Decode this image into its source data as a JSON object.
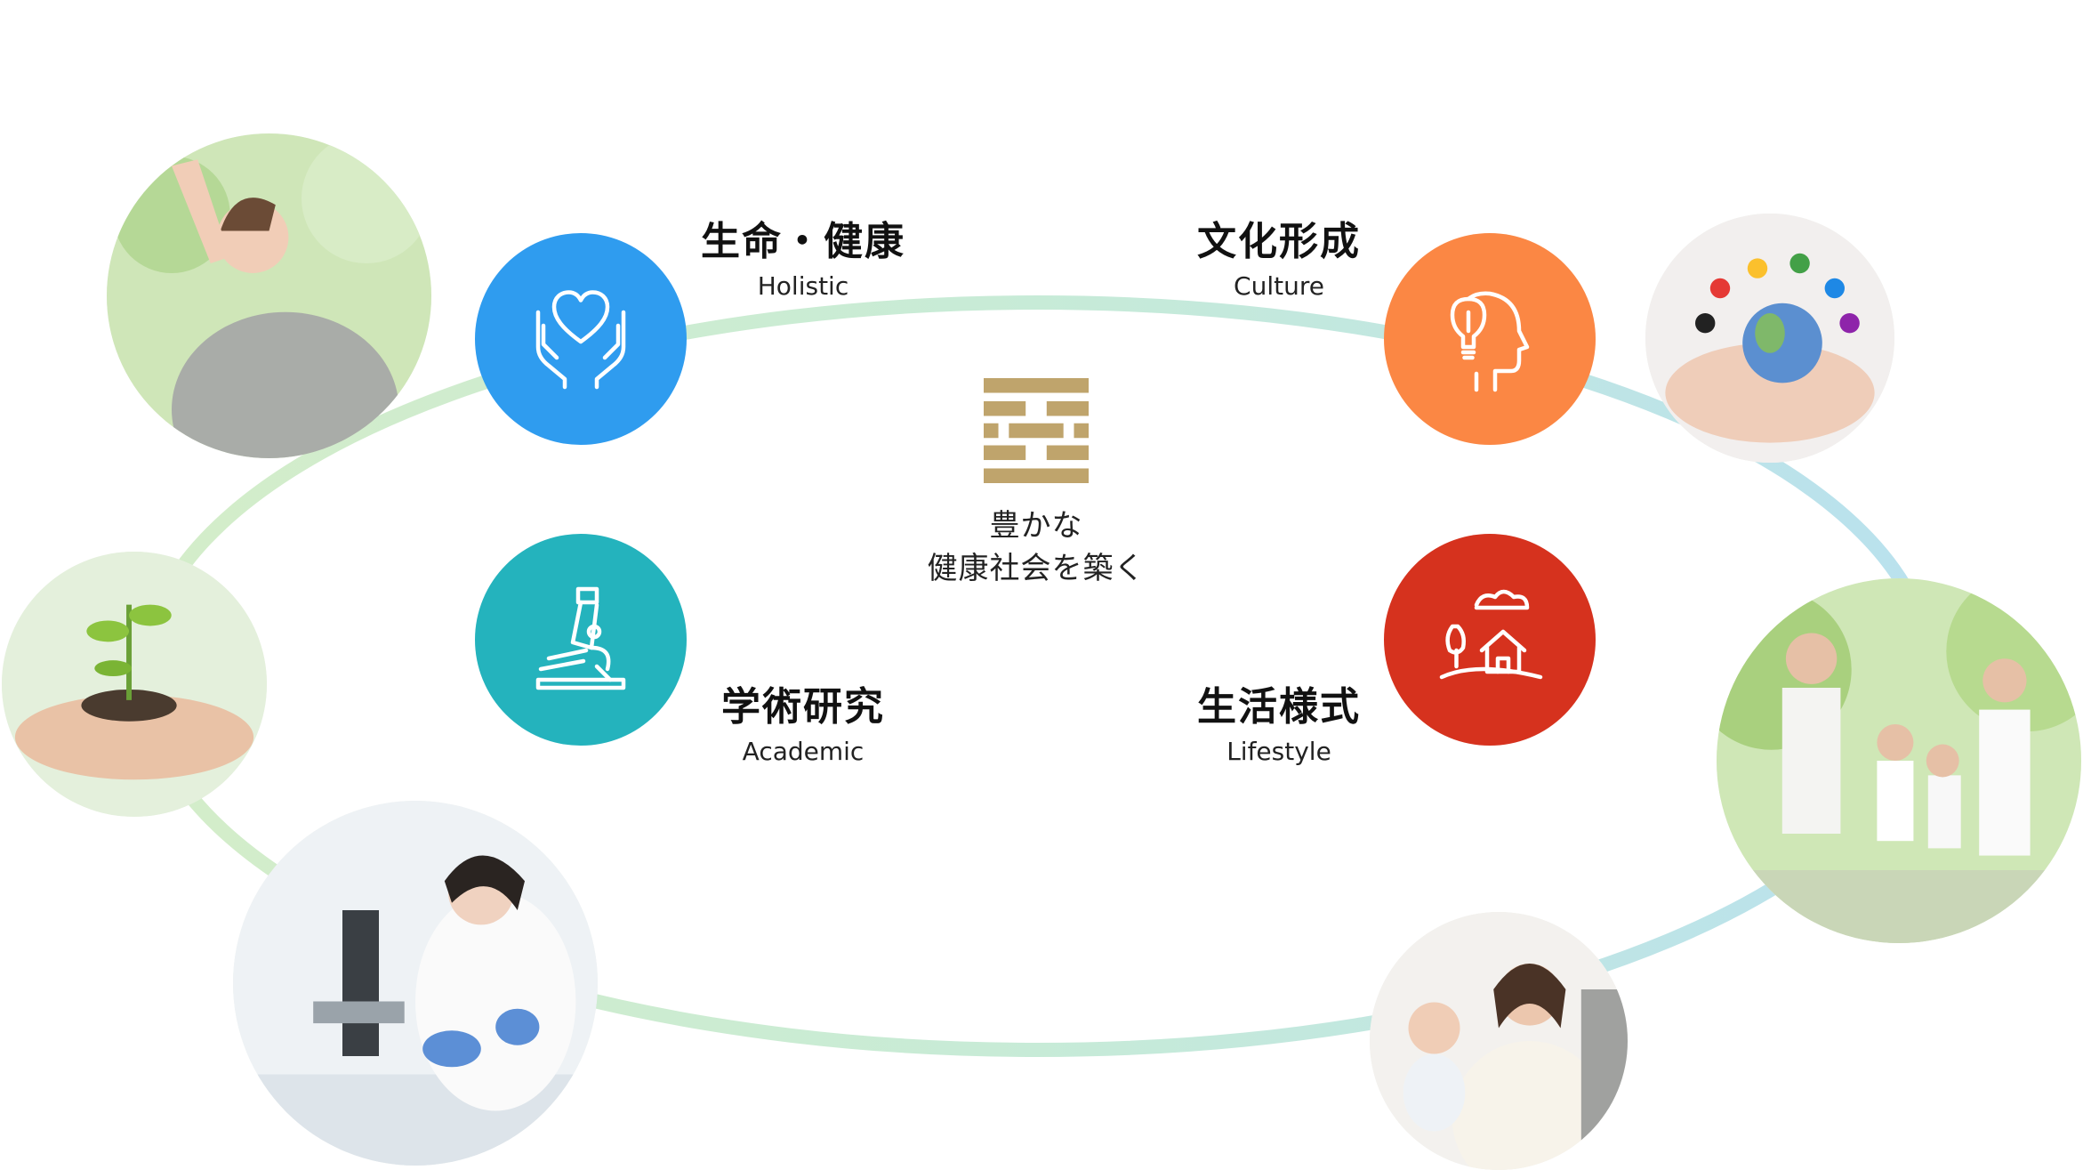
{
  "colors": {
    "holistic": "#2f9cef",
    "academic": "#24b3bd",
    "culture": "#fb8744",
    "lifestyle": "#d6321e",
    "mark": "#bfa46c",
    "ring_green": "#cde9c3",
    "ring_blue": "#bfe3ee"
  },
  "center": {
    "line1": "豊かな",
    "line2": "健康社会を築く"
  },
  "categories": [
    {
      "key": "holistic",
      "jp": "生命・健康",
      "en": "Holistic",
      "icon": "hands-heart-icon"
    },
    {
      "key": "culture",
      "jp": "文化形成",
      "en": "Culture",
      "icon": "head-lightbulb-icon"
    },
    {
      "key": "academic",
      "jp": "学術研究",
      "en": "Academic",
      "icon": "microscope-icon"
    },
    {
      "key": "lifestyle",
      "jp": "生活様式",
      "en": "Lifestyle",
      "icon": "house-landscape-icon"
    }
  ],
  "photos": [
    "woman-stretching-photo",
    "sprout-in-hands-photo",
    "lab-researcher-photo",
    "hands-globe-people-photo",
    "family-walking-photo",
    "family-with-baby-photo"
  ]
}
